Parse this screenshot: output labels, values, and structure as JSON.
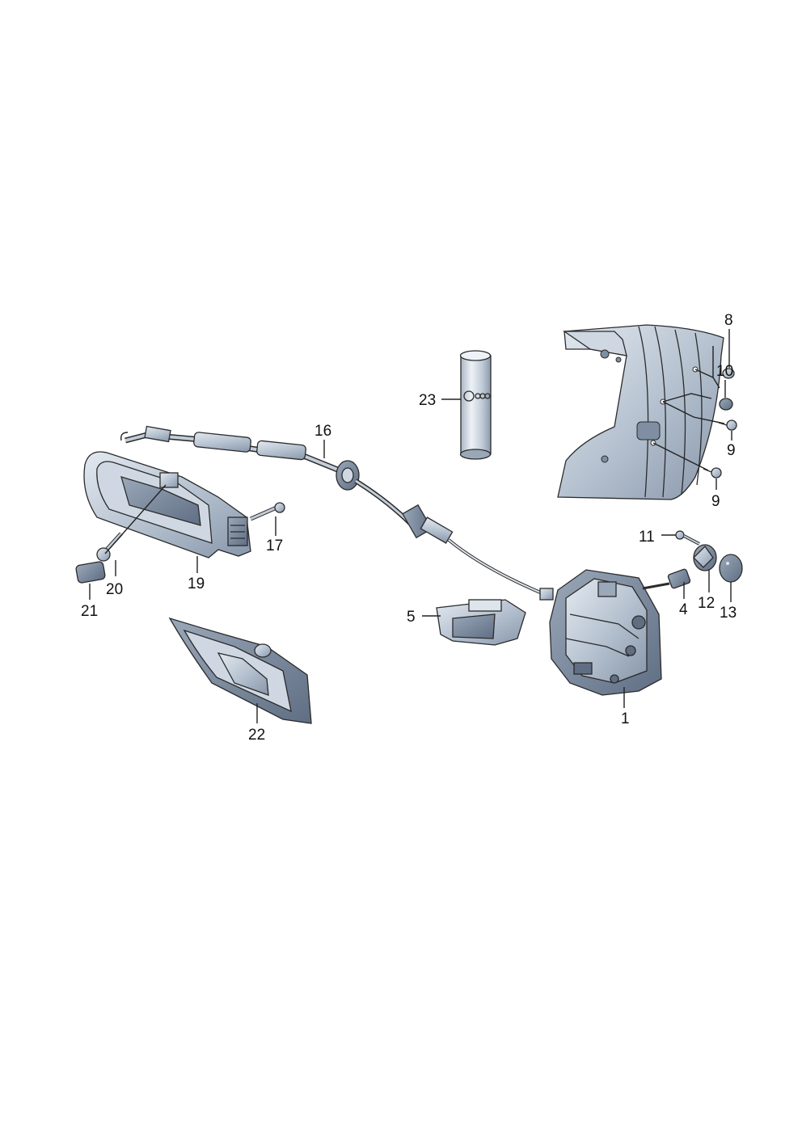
{
  "labels": {
    "l1": "1",
    "l4": "4",
    "l5": "5",
    "l8": "8",
    "l9a": "9",
    "l9b": "9",
    "l10": "10",
    "l11": "11",
    "l12": "12",
    "l13": "13",
    "l16": "16",
    "l17": "17",
    "l19": "19",
    "l20": "20",
    "l21": "21",
    "l22": "22",
    "l23": "23"
  },
  "colors": {
    "part_fill": "#b8c4d2",
    "part_light": "#dde4ec",
    "part_dark": "#7f8ea3",
    "outline": "#2b2b2b",
    "text": "#111111"
  }
}
